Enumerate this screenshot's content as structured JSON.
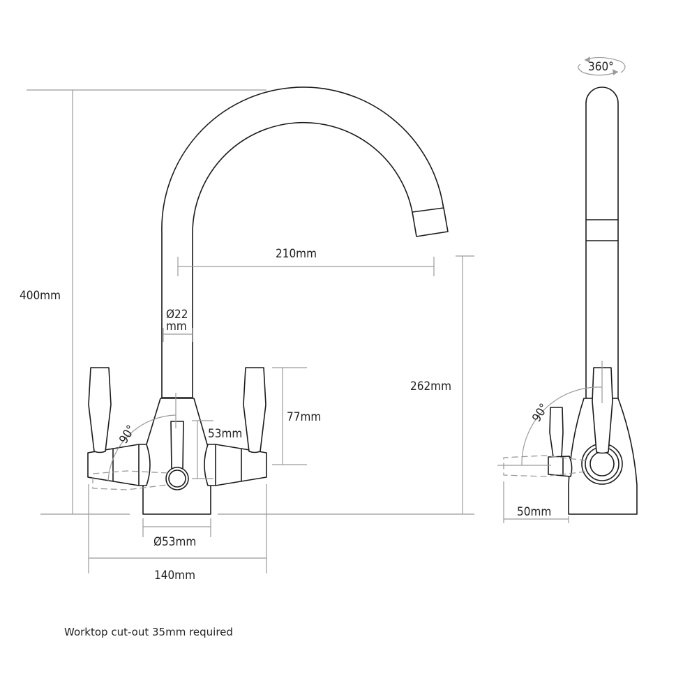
{
  "dimensions": {
    "height_total": "400mm",
    "spout_reach": "210mm",
    "spout_diameter_line1": "Ø22",
    "spout_diameter_line2": "mm",
    "lever_height": "77mm",
    "center_lever": "53mm",
    "spout_clearance": "262mm",
    "base_diameter": "Ø53mm",
    "total_width": "140mm",
    "side_lever_reach": "50mm",
    "front_lever_angle": "90°",
    "side_lever_angle": "90°",
    "swivel": "360°"
  },
  "footer": {
    "note": "Worktop cut-out 35mm required"
  }
}
